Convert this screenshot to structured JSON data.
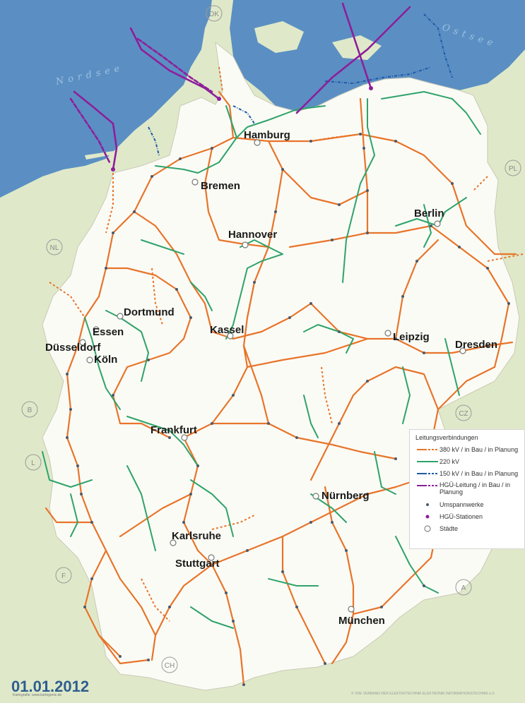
{
  "map": {
    "seas": [
      "Nordsee",
      "Ostsee"
    ],
    "country_codes": [
      "DK",
      "NL",
      "B",
      "L",
      "F",
      "CH",
      "A",
      "CZ",
      "PL"
    ],
    "cities": [
      "Hamburg",
      "Bremen",
      "Hannover",
      "Berlin",
      "Dortmund",
      "Essen",
      "Düsseldorf",
      "Köln",
      "Kassel",
      "Leipzig",
      "Dresden",
      "Frankfurt",
      "Nürnberg",
      "Karlsruhe",
      "Stuttgart",
      "München"
    ]
  },
  "legend": {
    "title": "Leitungsverbindungen",
    "items": [
      {
        "label": "380 kV / in Bau / in Planung",
        "symbol": "line",
        "color": "#e8742a"
      },
      {
        "label": "220 kV",
        "symbol": "line",
        "color": "#2fa36b"
      },
      {
        "label": "150 kV / in Bau / in Planung",
        "symbol": "line",
        "color": "#1f5aa6"
      },
      {
        "label": "HGÜ-Leitung / in Bau / in Planung",
        "symbol": "line",
        "color": "#8e1e9b"
      },
      {
        "label": "Umspannwerke",
        "symbol": "dot",
        "color": "#4b5b6b"
      },
      {
        "label": "HGÜ-Stationen",
        "symbol": "dot",
        "color": "#8e1e9b"
      },
      {
        "label": "Städte",
        "symbol": "circle",
        "color": "#888888"
      }
    ]
  },
  "footer": {
    "date": "01.01.2012",
    "credit": "Kartografie: www.kartogenic.de",
    "publisher": "© VDE VERBAND DER ELEKTROTECHNIK ELEKTRONIK INFORMATIONSTECHNIK e.V."
  },
  "colors": {
    "sea": "#5b8fc3",
    "land_germany": "#fbfbf5",
    "land_neighbors": "#dfe9c9",
    "line_380kv": "#e8742a",
    "line_220kv": "#2fa36b",
    "line_150kv": "#1f5aa6",
    "line_hgu": "#8e1e9b"
  }
}
